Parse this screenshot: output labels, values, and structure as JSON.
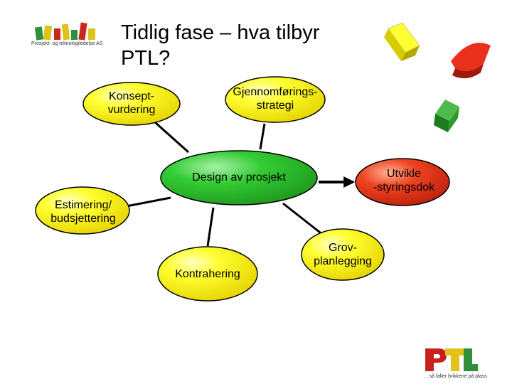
{
  "slide": {
    "title": "Tidlig fase – hva tilbyr PTL?",
    "company_logo": {
      "icon": "colored-blocks-logo",
      "caption": "Prosjekt- og teknologiledelse AS"
    },
    "ptl_logo": {
      "icon": "ptl-logo",
      "text": "PTL",
      "tagline": ". . . så faller brikkene på plass"
    },
    "decor_blocks": [
      "yellow-block-icon",
      "red-block-icon",
      "green-block-icon"
    ]
  },
  "nodes": {
    "konsept": "Konsept-\nvurdering",
    "gjennomforing": "Gjennomførings-\nstrategi",
    "design": "Design av prosjekt",
    "utvikle": "Utvikle\n-styringsdok",
    "estimering": "Estimering/\nbudsjettering",
    "kontrahering": "Kontrahering",
    "grov": "Grov-\nplanlegging"
  },
  "colors": {
    "yellow": "#ffff33",
    "green": "#33cc33",
    "red": "#e8301c"
  }
}
